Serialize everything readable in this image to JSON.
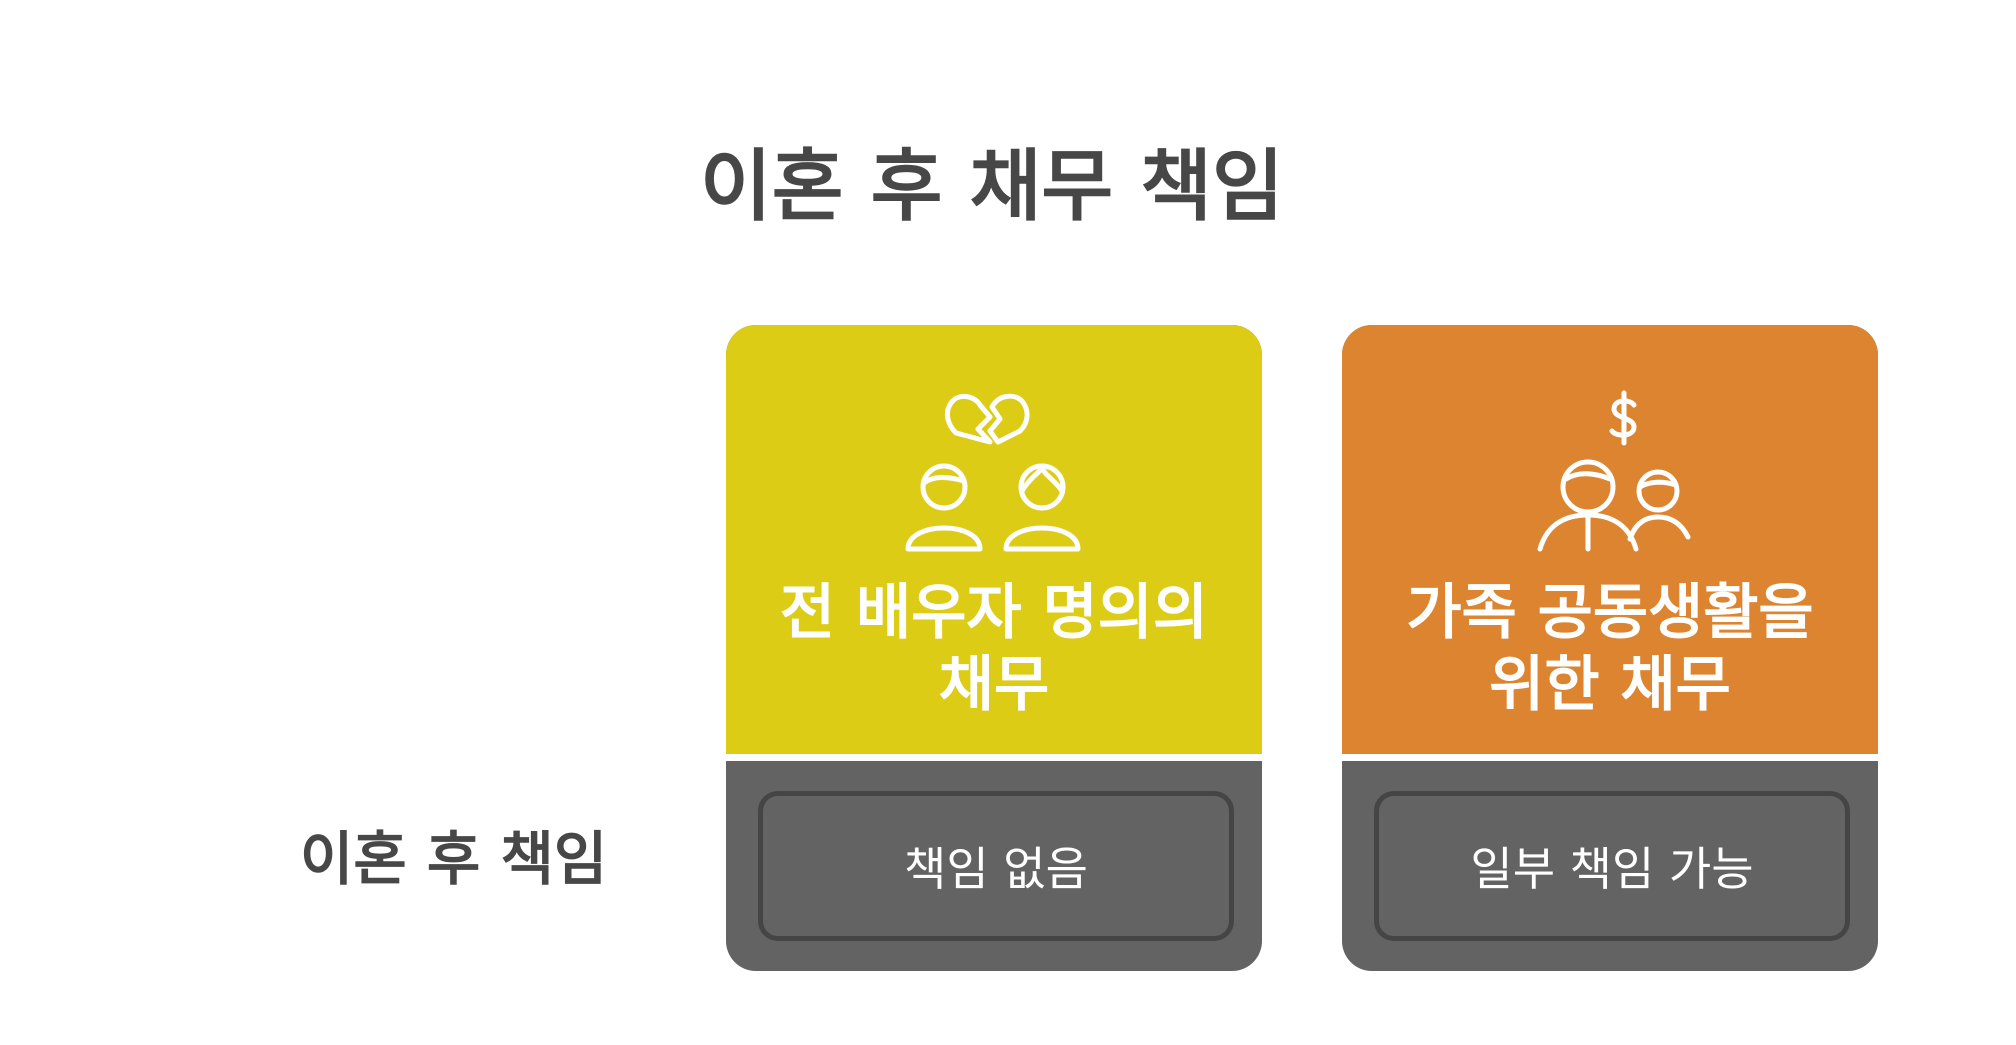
{
  "title": "이혼 후 채무 책임",
  "row_label": "이혼 후 책임",
  "colors": {
    "text_dark": "#474747",
    "card_left": "#dccc16",
    "card_right": "#dd8430",
    "card_bottom": "#636363",
    "box_border": "#454545",
    "white": "#ffffff"
  },
  "cards": [
    {
      "heading": "전 배우자 명의의\n채무",
      "icon": "broken-heart-couple-icon",
      "result": "책임 없음"
    },
    {
      "heading": "가족 공동생활을\n위한 채무",
      "icon": "family-money-icon",
      "result": "일부 책임 가능"
    }
  ]
}
